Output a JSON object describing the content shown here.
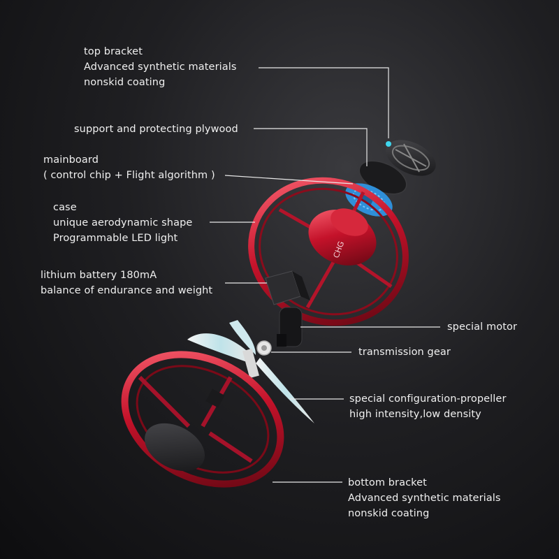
{
  "labels": {
    "top_bracket": {
      "lines": [
        "top bracket",
        "Advanced synthetic materials",
        "nonskid coating"
      ]
    },
    "plywood": {
      "lines": [
        "support and protecting plywood"
      ]
    },
    "mainboard": {
      "lines": [
        "mainboard",
        "( control chip + Flight algorithm )"
      ]
    },
    "case": {
      "lines": [
        "case",
        "unique aerodynamic shape",
        "Programmable LED light"
      ]
    },
    "battery": {
      "lines": [
        "lithium battery 180mA",
        "balance of endurance and weight"
      ]
    },
    "motor": {
      "lines": [
        "special motor"
      ]
    },
    "gear": {
      "lines": [
        "transmission gear"
      ]
    },
    "propeller": {
      "lines": [
        "special configuration-propeller",
        "high intensity,low density"
      ]
    },
    "bottom_bracket": {
      "lines": [
        "bottom bracket",
        "Advanced synthetic materials",
        "nonskid coating"
      ]
    }
  },
  "case_marking": "CHG",
  "colors": {
    "background": "#1a1a1c",
    "leader_line": "#e8e8e8",
    "case_red": "#c4122a",
    "mainboard_blue": "#2f8fd8",
    "led_cyan": "#3fd6ee"
  }
}
